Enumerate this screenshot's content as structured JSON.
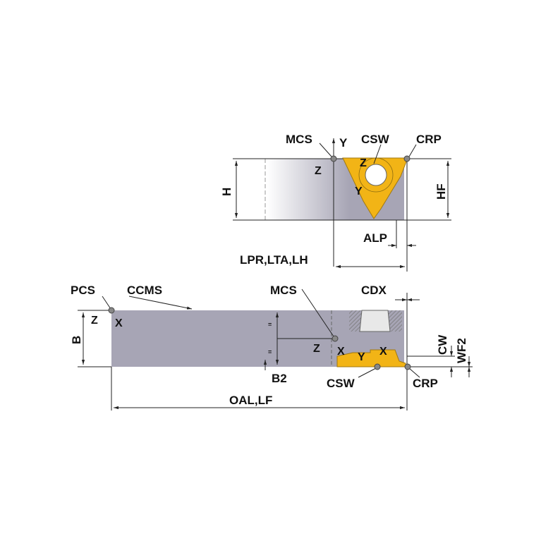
{
  "colors": {
    "body": "#a7a5b5",
    "insert": "#f2b416",
    "line": "#222222"
  },
  "top_view": {
    "labels": {
      "mcs": "MCS",
      "y_axis": "Y",
      "csw": "CSW",
      "crp": "CRP",
      "h": "H",
      "hf": "HF",
      "z_body": "Z",
      "z_insert": "Z",
      "y_insert": "Y",
      "alp": "ALP",
      "lpr": "LPR,LTA,LH"
    }
  },
  "side_view": {
    "labels": {
      "pcs": "PCS",
      "ccms": "CCMS",
      "mcs": "MCS",
      "cdx": "CDX",
      "b": "B",
      "z_pcs": "Z",
      "x_pcs": "X",
      "z_mcs": "Z",
      "x_mcs": "X",
      "y_insert": "Y",
      "x_insert": "X",
      "cw": "CW",
      "wf2": "WF2",
      "b2": "B2",
      "csw": "CSW",
      "crp": "CRP",
      "oal": "OAL,LF",
      "tick_mark": "=",
      "tick_mark2": "="
    }
  }
}
